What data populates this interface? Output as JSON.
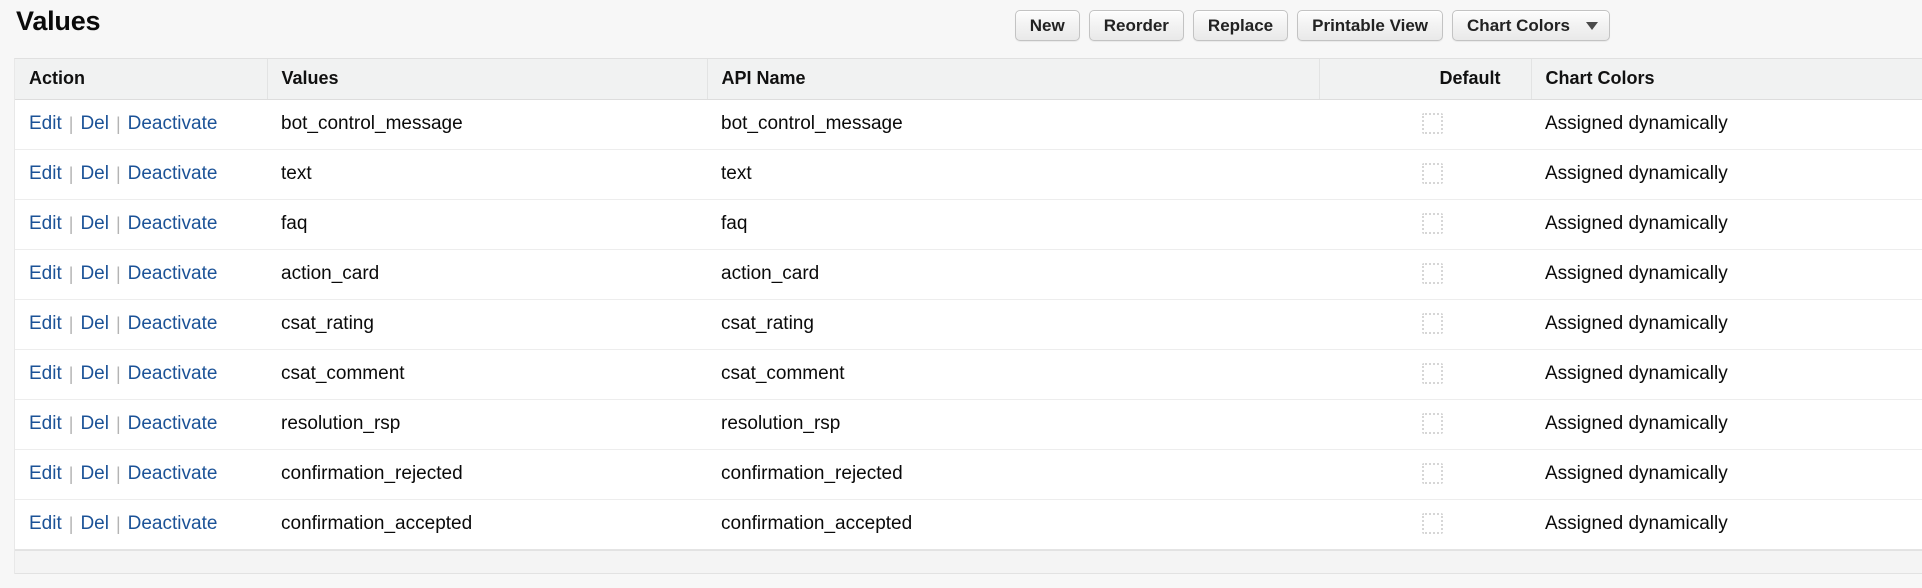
{
  "header": {
    "title": "Values",
    "buttons": [
      {
        "label": "New",
        "name": "new-button",
        "type": "button"
      },
      {
        "label": "Reorder",
        "name": "reorder-button",
        "type": "button"
      },
      {
        "label": "Replace",
        "name": "replace-button",
        "type": "button"
      },
      {
        "label": "Printable View",
        "name": "printable-view-button",
        "type": "button"
      },
      {
        "label": "Chart Colors",
        "name": "chart-colors-dropdown",
        "type": "dropdown",
        "icon": "chevron-down-icon"
      }
    ]
  },
  "table": {
    "columns": [
      {
        "key": "action",
        "label": "Action"
      },
      {
        "key": "values",
        "label": "Values"
      },
      {
        "key": "api_name",
        "label": "API Name"
      },
      {
        "key": "default",
        "label": "Default"
      },
      {
        "key": "chart_colors",
        "label": "Chart Colors"
      }
    ],
    "row_actions": {
      "edit": "Edit",
      "delete": "Del",
      "deactivate": "Deactivate",
      "separator": "|"
    },
    "rows": [
      {
        "value": "bot_control_message",
        "api_name": "bot_control_message",
        "default": false,
        "chart_colors": "Assigned dynamically"
      },
      {
        "value": "text",
        "api_name": "text",
        "default": false,
        "chart_colors": "Assigned dynamically"
      },
      {
        "value": "faq",
        "api_name": "faq",
        "default": false,
        "chart_colors": "Assigned dynamically"
      },
      {
        "value": "action_card",
        "api_name": "action_card",
        "default": false,
        "chart_colors": "Assigned dynamically"
      },
      {
        "value": "csat_rating",
        "api_name": "csat_rating",
        "default": false,
        "chart_colors": "Assigned dynamically"
      },
      {
        "value": "csat_comment",
        "api_name": "csat_comment",
        "default": false,
        "chart_colors": "Assigned dynamically"
      },
      {
        "value": "resolution_rsp",
        "api_name": "resolution_rsp",
        "default": false,
        "chart_colors": "Assigned dynamically"
      },
      {
        "value": "confirmation_rejected",
        "api_name": "confirmation_rejected",
        "default": false,
        "chart_colors": "Assigned dynamically"
      },
      {
        "value": "confirmation_accepted",
        "api_name": "confirmation_accepted",
        "default": false,
        "chart_colors": "Assigned dynamically"
      }
    ]
  },
  "colors": {
    "link": "#1b5297",
    "page_background": "#f7f7f7",
    "header_row_background": "#f1f2f2",
    "text": "#0a0a0a"
  }
}
